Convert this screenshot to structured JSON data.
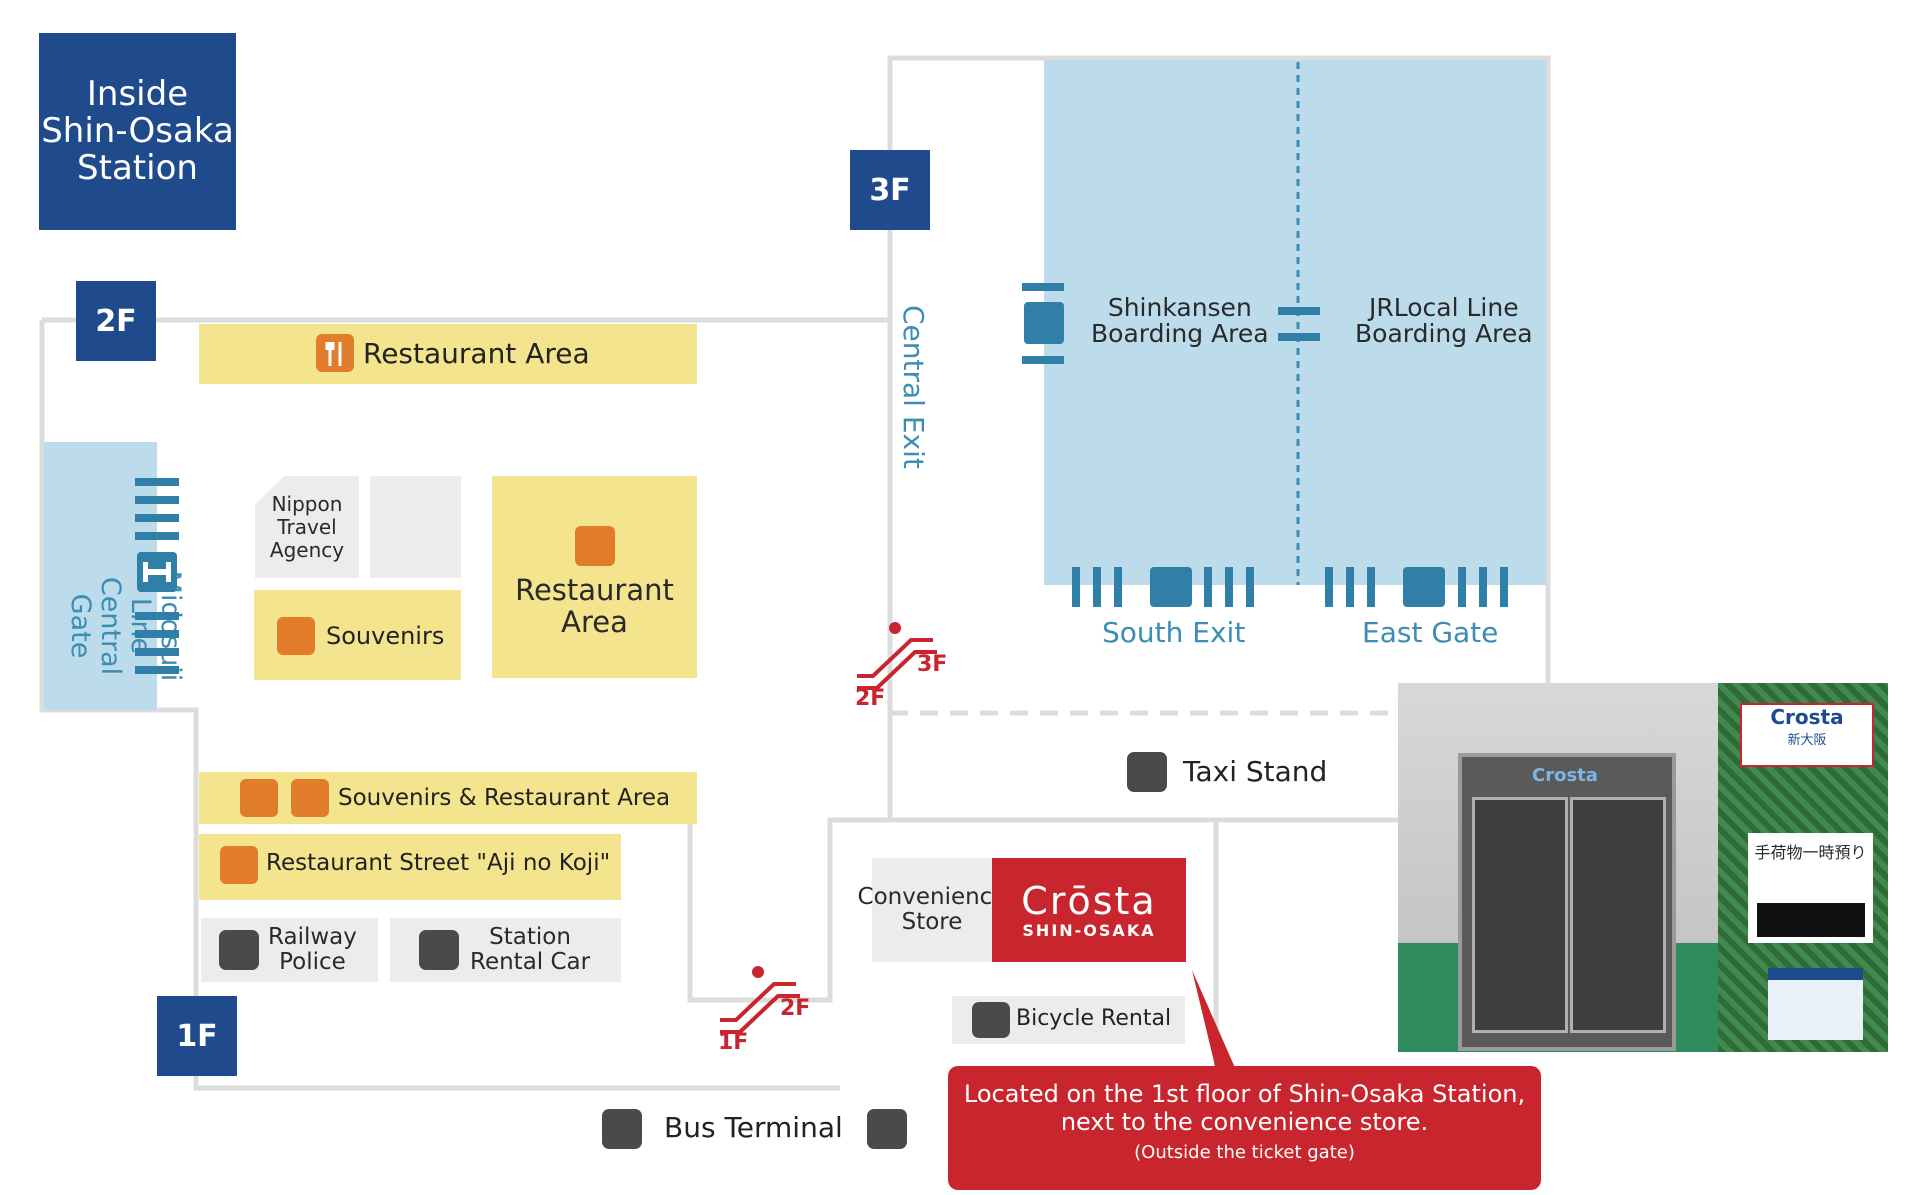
{
  "title": {
    "line1": "Inside",
    "line2": "Shin-Osaka",
    "line3": "Station"
  },
  "floors": {
    "f2": "2F",
    "f3": "3F",
    "f1": "1F"
  },
  "areas": {
    "restaurant_area_top": "Restaurant Area",
    "restaurant_area_big_line1": "Restaurant",
    "restaurant_area_big_line2": "Area",
    "nippon_travel_line1": "Nippon",
    "nippon_travel_line2": "Travel",
    "nippon_travel_line3": "Agency",
    "souvenirs": "Souvenirs",
    "souvenirs_restaurant": "Souvenirs & Restaurant Area",
    "restaurant_street": "Restaurant Street \"Aji no Koji\"",
    "railway_police_line1": "Railway",
    "railway_police_line2": "Police",
    "rental_car_line1": "Station",
    "rental_car_line2": "Rental Car",
    "midosuji_line1": "Midosuji Line",
    "midosuji_line2": "Central Gate",
    "central_exit": "Central Exit",
    "shinkansen_line1": "Shinkansen",
    "shinkansen_line2": "Boarding Area",
    "jrlocal_line1": "JRLocal Line",
    "jrlocal_line2": "Boarding Area",
    "south_exit": "South Exit",
    "east_gate": "East Gate",
    "taxi_stand": "Taxi Stand",
    "convenience_line1": "Convenience",
    "convenience_line2": "Store",
    "crosta_line1": "Crōsta",
    "crosta_line2": "SHIN-OSAKA",
    "bicycle_rental": "Bicycle Rental",
    "bus_terminal": "Bus Terminal"
  },
  "escalators": {
    "upper": {
      "from": "2F",
      "to": "3F"
    },
    "lower": {
      "from": "1F",
      "to": "2F"
    }
  },
  "callout": {
    "line1": "Located on the 1st floor of Shin-Osaka Station,",
    "line2": "next to the convenience store.",
    "line3": "(Outside the ticket gate)"
  },
  "photo": {
    "sign_brand": "Crosta",
    "sign_sub": "新大阪",
    "sign_storage": "手荷物一時預り",
    "door_brand": "Crosta"
  },
  "colors": {
    "navy": "#1f4b8c",
    "yellow": "#f3e48d",
    "blue_area": "#bcdcec",
    "gate_blue": "#3b8db5",
    "red": "#c8252e",
    "orange": "#e07c2a"
  }
}
